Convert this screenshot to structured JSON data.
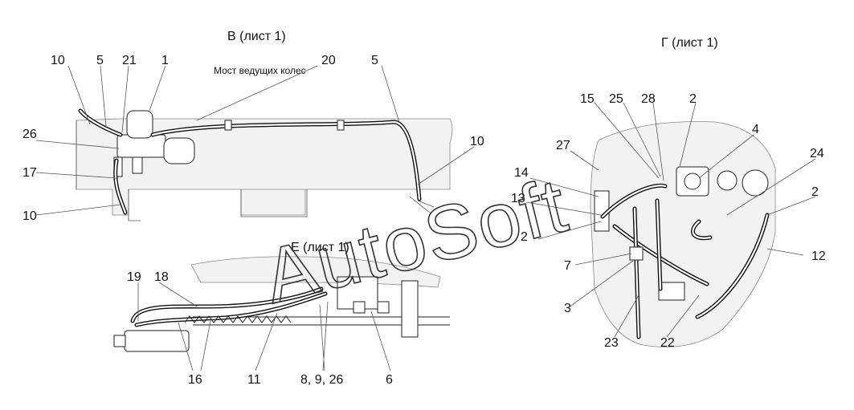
{
  "views": {
    "b": {
      "title": "В (лист 1)",
      "note": "Мост ведущих колес"
    },
    "g": {
      "title": "Г (лист 1)"
    },
    "e": {
      "title": "Е (лист 1)"
    }
  },
  "callouts": {
    "b": [
      "10",
      "5",
      "21",
      "1",
      "20",
      "5",
      "26",
      "10",
      "17",
      "10"
    ],
    "g": [
      "15",
      "25",
      "28",
      "2",
      "4",
      "27",
      "14",
      "13",
      "24",
      "2",
      "2",
      "7",
      "12",
      "3",
      "23",
      "22"
    ],
    "e": [
      "19",
      "18",
      "16",
      "11",
      "8, 9, 26",
      "6"
    ]
  },
  "watermark": "AutoSoft"
}
